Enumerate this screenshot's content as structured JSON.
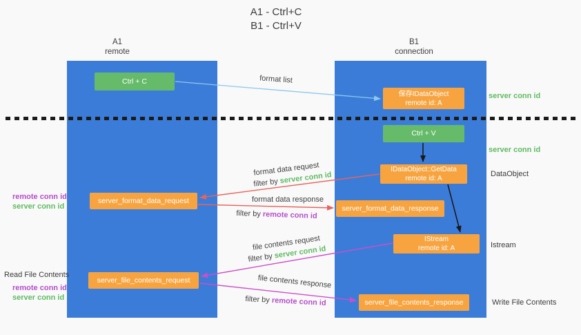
{
  "title": {
    "line1": "A1 - Ctrl+C",
    "line2": "B1 - Ctrl+V"
  },
  "lifelines": {
    "a1": {
      "name": "A1",
      "subtitle": "remote"
    },
    "b1": {
      "name": "B1",
      "subtitle": "connection"
    }
  },
  "nodes": {
    "ctrl_c": {
      "label": "Ctrl + C"
    },
    "save_dataobject": {
      "line1": "保存IDataObject",
      "line2": "remote id: A"
    },
    "ctrl_v": {
      "label": "Ctrl + V"
    },
    "getdata": {
      "line1": "IDataObject::GetData",
      "line2": "remote id: A"
    },
    "format_request": {
      "label": "server_format_data_request"
    },
    "format_response": {
      "label": "server_format_data_response"
    },
    "istream": {
      "line1": "IStream",
      "line2": "remote id: A"
    },
    "file_request": {
      "label": "server_file_contents_request"
    },
    "file_response": {
      "label": "server_file_contents_response"
    }
  },
  "arrow_labels": {
    "format_list": "format list",
    "format_data_request": "format data request",
    "filter_server_1": {
      "prefix": "filter by ",
      "id": "server conn id"
    },
    "format_data_response": "format data response",
    "filter_remote_1": {
      "prefix": "filter by ",
      "id": "remote conn id"
    },
    "file_contents_request": "file contents request",
    "filter_server_2": {
      "prefix": "filter by ",
      "id": "server conn id"
    },
    "file_contents_response": "file contents response",
    "filter_remote_2": {
      "prefix": "filter by ",
      "id": "remote conn id"
    }
  },
  "side_labels": {
    "server_conn_top": "server conn id",
    "server_conn_mid": "server conn id",
    "dataobject": "DataObject",
    "istream": "Istream",
    "write_file_contents": "Write File Contents",
    "read_file_contents": "Read File Contents",
    "left_remote_1": "remote conn id",
    "left_server_1": "server conn id",
    "left_remote_2": "remote conn id",
    "left_server_2": "server conn id"
  },
  "colors": {
    "lifeline_blue": "#3c7cd9",
    "node_green": "#66bb6a",
    "node_orange": "#f7a440",
    "arrow_light_blue": "#8cc8ec",
    "arrow_red": "#e8635a",
    "arrow_magenta": "#cb4ec9",
    "arrow_black": "#1a1a1a",
    "text_green": "#5fba63",
    "text_purple": "#b44fc8"
  }
}
